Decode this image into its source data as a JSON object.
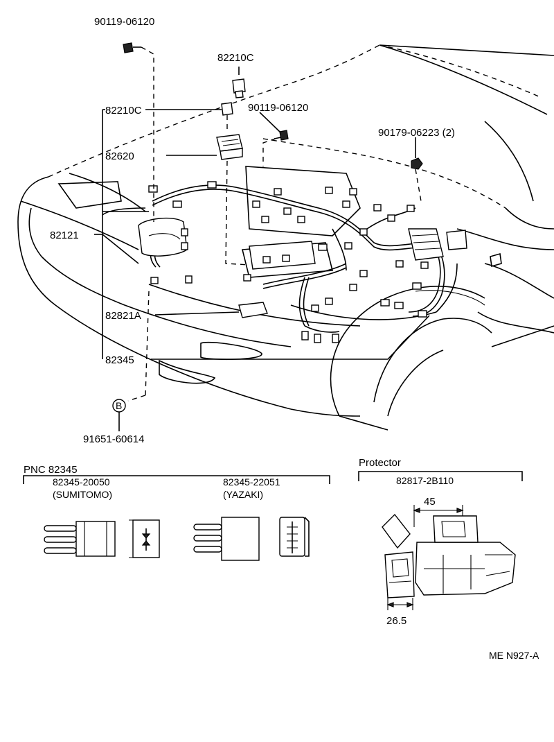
{
  "callouts": {
    "bolt_top": "90119-06120",
    "clip_top": "82210C",
    "clip_side": "82210C",
    "bolt_mid": "90119-06120",
    "nut": "90179-06223 (2)",
    "relay_block": "82620",
    "wiring_harness": "82121",
    "bracket": "82821A",
    "connector": "82345",
    "ref_marker": "B",
    "bottom_part": "91651-60614"
  },
  "pnc_section": {
    "title": "PNC 82345",
    "left_part_number": "82345-20050",
    "left_maker": "(SUMITOMO)",
    "right_part_number": "82345-22051",
    "right_maker": "(YAZAKI)"
  },
  "protector_section": {
    "title": "Protector",
    "part_number": "82817-2B110",
    "dim_width": "45",
    "dim_height": "26.5"
  },
  "figure_code": "ME N927-A"
}
